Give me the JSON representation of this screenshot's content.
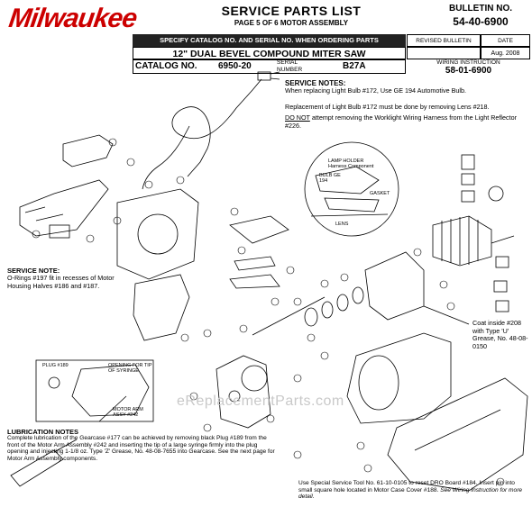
{
  "brand": {
    "logo_text": "Milwaukee"
  },
  "header": {
    "title": "SERVICE PARTS LIST",
    "subtitle": "PAGE 5 OF 6    MOTOR ASSEMBLY",
    "bulletin_label": "BULLETIN NO.",
    "bulletin_no": "54-40-6900",
    "specify_bar": "SPECIFY CATALOG NO. AND SERIAL NO. WHEN ORDERING PARTS",
    "revised_label": "REVISED BULLETIN",
    "date_label": "DATE",
    "date_value": "Aug. 2008",
    "model": "12\" DUAL BEVEL COMPOUND MITER SAW",
    "catalog_label": "CATALOG NO.",
    "catalog_no": "6950-20",
    "serial_label_1": "SERIAL",
    "serial_label_2": "NUMBER",
    "serial_no": "B27A",
    "wiring_label": "WIRING INSTRUCTION",
    "wiring_no": "58-01-6900"
  },
  "service_notes": {
    "title": "SERVICE NOTES:",
    "note1": "When replacing Light Bulb #172, Use GE 194 Automotive Bulb.",
    "note2": "Replacement of Light Bulb #172 must be done by removing Lens #218.",
    "note3_prefix": "DO NOT",
    "note3_rest": " attempt removing the Worklight Wiring Harness from the Light Reflector #226."
  },
  "left_note": {
    "title": "SERVICE NOTE:",
    "body": "O-Rings #197 fit in recesses of Motor Housing Halves #186 and #187."
  },
  "coat_note": "Coat inside #208 with Type 'U' Grease, No. 48-08-0150",
  "lubrication": {
    "title": "LUBRICATION NOTES",
    "body_1": "Complete lubrication of the Gearcase #177 can be achieved by removing black Plug #189 from the front of the Motor Arm Assembly #242 and inserting the tip of a large syringe firmly into the plug opening and injecting 1-1/8 oz. Type 'Z' Grease, No. 48-08-7655 into Gearcase. See the next page for Motor Arm Assembly components."
  },
  "tool_note": {
    "text": "Use Special Service Tool No. 61-10-0105 to reset DRO Board #184. Insert pin into small square hole located in Motor Case Cover #188.",
    "italic": " See Wiring Instruction for more detail."
  },
  "inset_labels": {
    "plug": "PLUG #189",
    "opening": "OPENING FOR TIP OF SYRINGE",
    "motor_arm": "MOTOR ARM ASSY #242"
  },
  "lamp_labels": {
    "holder": "LAMP HOLDER Harness Component",
    "bulb": "BULB GE 194",
    "gasket": "GASKET",
    "lens": "LENS"
  },
  "watermark": "eReplacementParts.com",
  "colors": {
    "brand_red": "#cc0000",
    "bar_dark": "#222222"
  }
}
